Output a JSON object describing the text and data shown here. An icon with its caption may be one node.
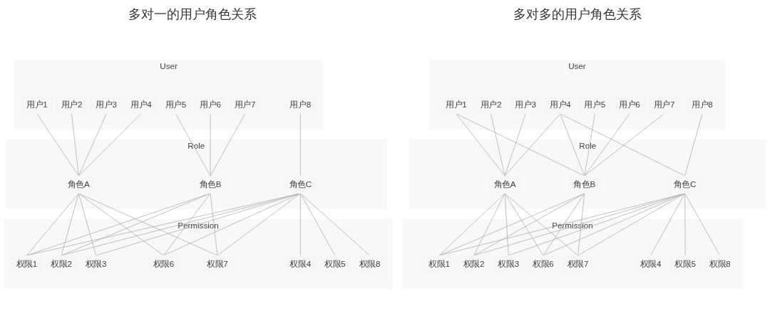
{
  "diagram": {
    "nodes": [
      {
        "text": [
          "User"
        ]
      },
      {
        "text": [
          "用户1"
        ],
        "in": 0
      },
      {
        "text": [
          "用户2"
        ],
        "in": 0
      },
      {
        "text": [
          "用户3"
        ],
        "in": 0
      },
      {
        "text": [
          "用户4"
        ],
        "in": 0
      },
      {
        "text": [
          "用户5"
        ],
        "in": 0
      },
      {
        "text": [
          "用户6"
        ],
        "in": 0
      },
      {
        "text": [
          "用户7"
        ],
        "in": 0
      },
      {
        "text": [
          "用户8"
        ],
        "in": 0
      },
      {
        "text": [
          "Role"
        ]
      },
      {
        "text": [
          "角色A"
        ],
        "in": 9
      },
      {
        "text": [
          "角色B"
        ],
        "in": 9
      },
      {
        "text": [
          "角色C"
        ],
        "in": 9
      },
      {
        "text": [
          "Permission"
        ]
      },
      {
        "text": [
          "权限1"
        ],
        "in": 13
      },
      {
        "text": [
          "权限2"
        ],
        "in": 13
      },
      {
        "text": [
          "权限3"
        ],
        "in": 13
      },
      {
        "text": [
          "权限4"
        ],
        "in": 13
      },
      {
        "text": [
          "权限5"
        ],
        "in": 13
      },
      {
        "text": [
          "权限6"
        ],
        "in": 13
      },
      {
        "text": [
          "权限7"
        ],
        "in": 13
      },
      {
        "text": [
          "权限8"
        ],
        "in": 13
      },
      {
        "text": [
          "User"
        ]
      },
      {
        "text": [
          "用户1"
        ],
        "in": 22
      },
      {
        "text": [
          "用户2"
        ],
        "in": 22
      },
      {
        "text": [
          "用户3"
        ],
        "in": 22
      },
      {
        "text": [
          "用户4"
        ],
        "in": 22
      },
      {
        "text": [
          "用户5"
        ],
        "in": 22
      },
      {
        "text": [
          "用户6"
        ],
        "in": 22
      },
      {
        "text": [
          "用户7"
        ],
        "in": 22
      },
      {
        "text": [
          "用户8"
        ],
        "in": 22
      },
      {
        "text": [
          "Role"
        ]
      },
      {
        "text": [
          "角色A"
        ],
        "in": 31
      },
      {
        "text": [
          "角色B"
        ],
        "in": 31
      },
      {
        "text": [
          "角色C"
        ],
        "in": 31
      },
      {
        "text": [
          "Permission"
        ]
      },
      {
        "text": [
          "权限1"
        ],
        "in": 35
      },
      {
        "text": [
          "权限2"
        ],
        "in": 35
      },
      {
        "text": [
          "权限3"
        ],
        "in": 35
      },
      {
        "text": [
          "权限4"
        ],
        "in": 35
      },
      {
        "text": [
          "权限5"
        ],
        "in": 35
      },
      {
        "text": [
          "权限6"
        ],
        "in": 35
      },
      {
        "text": [
          "权限7"
        ],
        "in": 35
      },
      {
        "text": [
          "权限8"
        ],
        "in": 35
      }
    ],
    "edges": [
      {
        "from": 1,
        "to": 10,
        "arrow": "none"
      },
      {
        "from": 2,
        "to": 10,
        "arrow": "none"
      },
      {
        "from": 3,
        "to": 10,
        "arrow": "none"
      },
      {
        "from": 4,
        "to": 10,
        "arrow": "none"
      },
      {
        "from": 5,
        "to": 11,
        "arrow": "none"
      },
      {
        "from": 6,
        "to": 11,
        "arrow": "none"
      },
      {
        "from": 7,
        "to": 11,
        "arrow": "none"
      },
      {
        "from": 8,
        "to": 12,
        "arrow": "none"
      },
      {
        "from": 10,
        "to": 14,
        "arrow": "none"
      },
      {
        "from": 10,
        "to": 15,
        "arrow": "none"
      },
      {
        "from": 10,
        "to": 16,
        "arrow": "none"
      },
      {
        "from": 10,
        "to": 19,
        "arrow": "none"
      },
      {
        "from": 10,
        "to": 20,
        "arrow": "none"
      },
      {
        "from": 11,
        "to": 14,
        "arrow": "none"
      },
      {
        "from": 11,
        "to": 15,
        "arrow": "none"
      },
      {
        "from": 11,
        "to": 19,
        "arrow": "none"
      },
      {
        "from": 11,
        "to": 20,
        "arrow": "none"
      },
      {
        "from": 12,
        "to": 14,
        "arrow": "none"
      },
      {
        "from": 12,
        "to": 15,
        "arrow": "none"
      },
      {
        "from": 12,
        "to": 16,
        "arrow": "none"
      },
      {
        "from": 12,
        "to": 17,
        "arrow": "none"
      },
      {
        "from": 12,
        "to": 18,
        "arrow": "none"
      },
      {
        "from": 12,
        "to": 19,
        "arrow": "none"
      },
      {
        "from": 12,
        "to": 20,
        "arrow": "none"
      },
      {
        "from": 12,
        "to": 21,
        "arrow": "none"
      },
      {
        "from": 23,
        "to": 32,
        "arrow": "none"
      },
      {
        "from": 23,
        "to": 33,
        "arrow": "none"
      },
      {
        "from": 24,
        "to": 32,
        "arrow": "none"
      },
      {
        "from": 25,
        "to": 32,
        "arrow": "none"
      },
      {
        "from": 26,
        "to": 32,
        "arrow": "none"
      },
      {
        "from": 26,
        "to": 33,
        "arrow": "none"
      },
      {
        "from": 26,
        "to": 34,
        "arrow": "none"
      },
      {
        "from": 27,
        "to": 33,
        "arrow": "none"
      },
      {
        "from": 28,
        "to": 33,
        "arrow": "none"
      },
      {
        "from": 29,
        "to": 33,
        "arrow": "none"
      },
      {
        "from": 30,
        "to": 34,
        "arrow": "none"
      },
      {
        "from": 32,
        "to": 36,
        "arrow": "none"
      },
      {
        "from": 32,
        "to": 37,
        "arrow": "none"
      },
      {
        "from": 32,
        "to": 38,
        "arrow": "none"
      },
      {
        "from": 32,
        "to": 41,
        "arrow": "none"
      },
      {
        "from": 32,
        "to": 42,
        "arrow": "none"
      },
      {
        "from": 33,
        "to": 36,
        "arrow": "none"
      },
      {
        "from": 33,
        "to": 37,
        "arrow": "none"
      },
      {
        "from": 33,
        "to": 41,
        "arrow": "none"
      },
      {
        "from": 33,
        "to": 42,
        "arrow": "none"
      },
      {
        "from": 34,
        "to": 36,
        "arrow": "none"
      },
      {
        "from": 34,
        "to": 37,
        "arrow": "none"
      },
      {
        "from": 34,
        "to": 38,
        "arrow": "none"
      },
      {
        "from": 34,
        "to": 39,
        "arrow": "none"
      },
      {
        "from": 34,
        "to": 40,
        "arrow": "none"
      },
      {
        "from": 34,
        "to": 41,
        "arrow": "none"
      },
      {
        "from": 34,
        "to": 42,
        "arrow": "none"
      },
      {
        "from": 34,
        "to": 43,
        "arrow": "none"
      }
    ],
    "labels": [
      "多对一的用户角色关系",
      "多对多的用户角色关系"
    ]
  }
}
